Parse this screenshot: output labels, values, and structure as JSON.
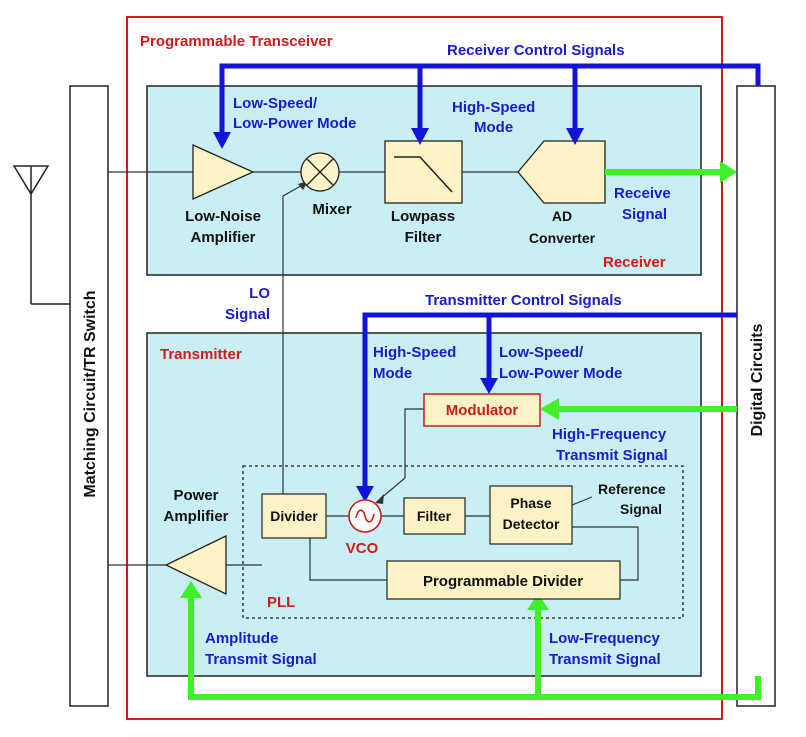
{
  "colors": {
    "transceiver_border": "#d11a1a",
    "section_fill": "#c9eef3",
    "block_fill": "#fbf3c6",
    "control_blue": "#1414d8",
    "signal_green": "#3ff02a",
    "label_blue": "#1a1ad0",
    "label_red": "#d11a1a"
  },
  "titles": {
    "transceiver": "Programmable Transceiver",
    "receiver": "Receiver",
    "transmitter": "Transmitter",
    "pll": "PLL"
  },
  "side_blocks": {
    "matching": "Matching Circuit/TR Switch",
    "digital": "Digital Circuits"
  },
  "receiver": {
    "control_signals": "Receiver Control Signals",
    "low_speed_1": "Low-Speed/",
    "low_speed_2": "Low-Power Mode",
    "high_speed_1": "High-Speed",
    "high_speed_2": "Mode",
    "lna_1": "Low-Noise",
    "lna_2": "Amplifier",
    "mixer": "Mixer",
    "lpf_1": "Lowpass",
    "lpf_2": "Filter",
    "adc_1": "AD",
    "adc_2": "Converter",
    "receive_signal_1": "Receive",
    "receive_signal_2": "Signal"
  },
  "lo_signal": {
    "line1": "LO",
    "line2": "Signal"
  },
  "transmitter": {
    "control_signals": "Transmitter Control Signals",
    "high_speed_1": "High-Speed",
    "high_speed_2": "Mode",
    "low_speed_1": "Low-Speed/",
    "low_speed_2": "Low-Power Mode",
    "modulator": "Modulator",
    "hf_signal_1": "High-Frequency",
    "hf_signal_2": "Transmit Signal",
    "pa_1": "Power",
    "pa_2": "Amplifier",
    "divider": "Divider",
    "vco": "VCO",
    "filter": "Filter",
    "phase_1": "Phase",
    "phase_2": "Detector",
    "reference_1": "Reference",
    "reference_2": "Signal",
    "prog_divider": "Programmable Divider",
    "amp_signal_1": "Amplitude",
    "amp_signal_2": "Transmit Signal",
    "lf_signal_1": "Low-Frequency",
    "lf_signal_2": "Transmit Signal"
  }
}
